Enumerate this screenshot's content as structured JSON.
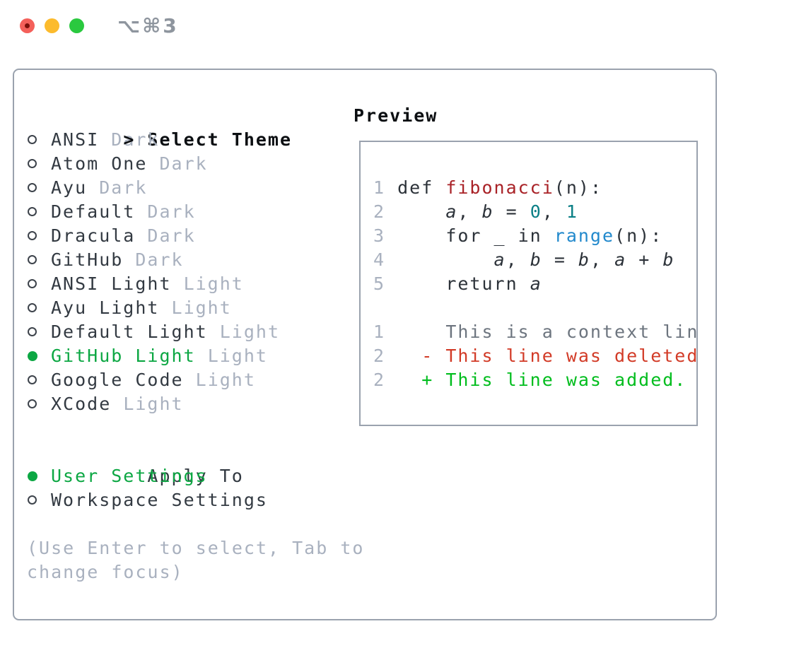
{
  "titlebar": {
    "shortcut_label": "⌥⌘3"
  },
  "colors": {
    "accent_green": "#0ca743",
    "added_green": "#00bd1d",
    "deleted_red": "#d23b27",
    "function_red": "#a92227",
    "number_teal": "#0b7f86",
    "builtin_blue": "#2289cc",
    "muted_gray": "#a9b1bf",
    "context_gray": "#6d757f",
    "border_gray": "#9aa2ae",
    "traffic_red": "#f4605a",
    "traffic_yellow": "#fcbb2d",
    "traffic_green": "#2ac93f"
  },
  "select_theme": {
    "header_marker": ">",
    "header": "Select Theme",
    "items": [
      {
        "name": "ANSI",
        "variant": "Dark",
        "selected": false
      },
      {
        "name": "Atom One",
        "variant": "Dark",
        "selected": false
      },
      {
        "name": "Ayu",
        "variant": "Dark",
        "selected": false
      },
      {
        "name": "Default",
        "variant": "Dark",
        "selected": false
      },
      {
        "name": "Dracula",
        "variant": "Dark",
        "selected": false
      },
      {
        "name": "GitHub",
        "variant": "Dark",
        "selected": false
      },
      {
        "name": "ANSI Light",
        "variant": "Light",
        "selected": false
      },
      {
        "name": "Ayu Light",
        "variant": "Light",
        "selected": false
      },
      {
        "name": "Default Light",
        "variant": "Light",
        "selected": false
      },
      {
        "name": "GitHub Light",
        "variant": "Light",
        "selected": true
      },
      {
        "name": "Google Code",
        "variant": "Light",
        "selected": false
      },
      {
        "name": "XCode",
        "variant": "Light",
        "selected": false
      }
    ]
  },
  "apply_to": {
    "header": "Apply To",
    "options": [
      {
        "label": "User Settings",
        "selected": true
      },
      {
        "label": "Workspace Settings",
        "selected": false
      }
    ]
  },
  "hint": "(Use Enter to select, Tab to change focus)",
  "preview": {
    "header": "Preview",
    "code_lines": [
      {
        "num": "1",
        "tokens": [
          [
            " def ",
            "fg"
          ],
          [
            "fibonacci",
            "func"
          ],
          [
            "(n):",
            "fg"
          ]
        ]
      },
      {
        "num": "2",
        "tokens": [
          [
            "     ",
            "fg"
          ],
          [
            "a",
            "var"
          ],
          [
            ", ",
            "fg"
          ],
          [
            "b",
            "var"
          ],
          [
            " = ",
            "fg"
          ],
          [
            "0",
            "num"
          ],
          [
            ", ",
            "fg"
          ],
          [
            "1",
            "num"
          ]
        ]
      },
      {
        "num": "3",
        "tokens": [
          [
            "     for _ in ",
            "fg"
          ],
          [
            "range",
            "builtin"
          ],
          [
            "(n):",
            "fg"
          ]
        ]
      },
      {
        "num": "4",
        "tokens": [
          [
            "         ",
            "fg"
          ],
          [
            "a",
            "var"
          ],
          [
            ", ",
            "fg"
          ],
          [
            "b",
            "var"
          ],
          [
            " = ",
            "fg"
          ],
          [
            "b",
            "var"
          ],
          [
            ", ",
            "fg"
          ],
          [
            "a",
            "var"
          ],
          [
            " + ",
            "fg"
          ],
          [
            "b",
            "var"
          ]
        ]
      },
      {
        "num": "5",
        "tokens": [
          [
            "     return ",
            "fg"
          ],
          [
            "a",
            "var"
          ]
        ]
      }
    ],
    "diff_lines": [
      {
        "num": "1",
        "marker": "",
        "text": "This is a context line.",
        "kind": "context"
      },
      {
        "num": "2",
        "marker": "-",
        "text": "This line was deleted.",
        "kind": "deleted"
      },
      {
        "num": "2",
        "marker": "+",
        "text": "This line was added.",
        "kind": "added"
      }
    ]
  }
}
